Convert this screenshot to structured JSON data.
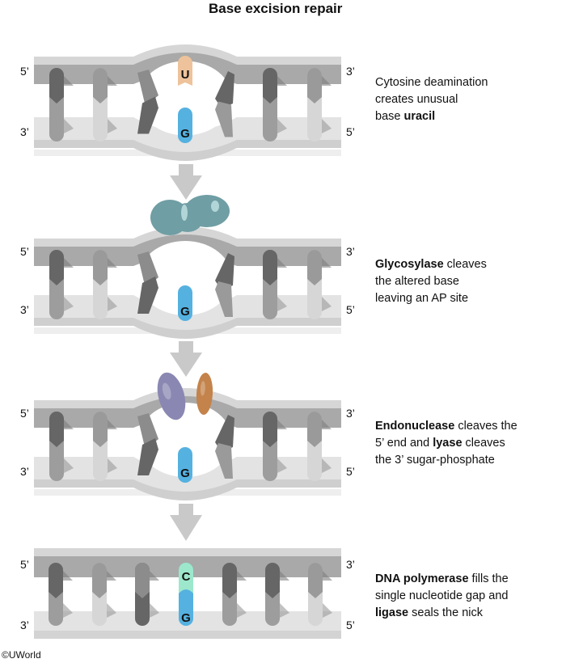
{
  "title": "Base excision repair",
  "copyright": "©UWorld",
  "colors": {
    "strand_top": "#a9a9a9",
    "strand_bottom": "#e3e3e3",
    "uracil": "#eec39b",
    "guanine": "#55b1e0",
    "cytosine": "#9de8cc",
    "glycosylase": "#6f9ea4",
    "endonuclease": "#8a88b2",
    "lyase": "#c3834b",
    "arrow": "#c9c9c9"
  },
  "panels": [
    {
      "id": "deamination",
      "top_left_end": "5’",
      "top_right_end": "3’",
      "bottom_left_end": "3’",
      "bottom_right_end": "5’",
      "top_base": "U",
      "bottom_base": "G",
      "enzymes": [],
      "description": [
        [
          {
            "t": "Cytosine deamination",
            "b": false
          }
        ],
        [
          {
            "t": "creates unusual",
            "b": false
          }
        ],
        [
          {
            "t": "base ",
            "b": false
          },
          {
            "t": "uracil",
            "b": true
          }
        ]
      ]
    },
    {
      "id": "glycosylase",
      "top_left_end": "5’",
      "top_right_end": "3’",
      "bottom_left_end": "3’",
      "bottom_right_end": "5’",
      "top_base": "",
      "bottom_base": "G",
      "enzymes": [
        "glycosylase"
      ],
      "description": [
        [
          {
            "t": "Glycosylase",
            "b": true
          },
          {
            "t": " cleaves",
            "b": false
          }
        ],
        [
          {
            "t": "the altered base",
            "b": false
          }
        ],
        [
          {
            "t": "leaving an AP site",
            "b": false
          }
        ]
      ]
    },
    {
      "id": "endonuclease-lyase",
      "top_left_end": "5’",
      "top_right_end": "3’",
      "bottom_left_end": "3’",
      "bottom_right_end": "5’",
      "top_base": "",
      "bottom_base": "G",
      "enzymes": [
        "endonuclease",
        "lyase"
      ],
      "description": [
        [
          {
            "t": "Endonuclease",
            "b": true
          },
          {
            "t": " cleaves the",
            "b": false
          }
        ],
        [
          {
            "t": "5’ end and ",
            "b": false
          },
          {
            "t": "lyase",
            "b": true
          },
          {
            "t": " cleaves",
            "b": false
          }
        ],
        [
          {
            "t": "the 3’ sugar-phosphate",
            "b": false
          }
        ]
      ]
    },
    {
      "id": "polymerase-ligase",
      "top_left_end": "5’",
      "top_right_end": "3’",
      "bottom_left_end": "3’",
      "bottom_right_end": "5’",
      "top_base": "C",
      "bottom_base": "G",
      "enzymes": [],
      "description": [
        [
          {
            "t": "DNA polymerase",
            "b": true
          },
          {
            "t": " fills the",
            "b": false
          }
        ],
        [
          {
            "t": "single nucleotide gap and",
            "b": false
          }
        ],
        [
          {
            "t": "ligase",
            "b": true
          },
          {
            "t": " seals the nick",
            "b": false
          }
        ]
      ]
    }
  ]
}
